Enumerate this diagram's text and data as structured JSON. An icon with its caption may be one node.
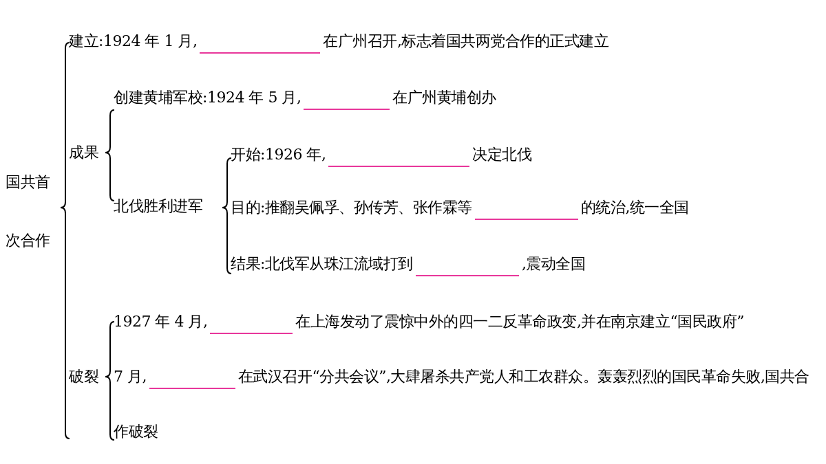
{
  "diagram": {
    "labels": [
      "国共首次合作",
      "建立:1924 年 1 月,",
      "在广州召开,标志着国共两党合作的正式建立",
      "成果",
      "创建黄埔军校:1924 年 5 月,",
      "在广州黄埔创办",
      "北伐胜利进军",
      "开始:1926 年,",
      "决定北伐",
      "目的:推翻吴佩孚、孙传芳、张作霖等",
      "的统治,统一全国",
      "结果:北伐军从珠江流域打到",
      ",震动全国",
      "破裂",
      "1927 年 4 月,",
      "在上海发动了震惊中外的四一二反革命政变,并在南京建立“国民政府”",
      "7 月,",
      "在武汉召开“分共会议”,大肆屠杀共产党人和工农群众。轰轰烈烈的国民革命失败,国共合作破裂"
    ]
  }
}
